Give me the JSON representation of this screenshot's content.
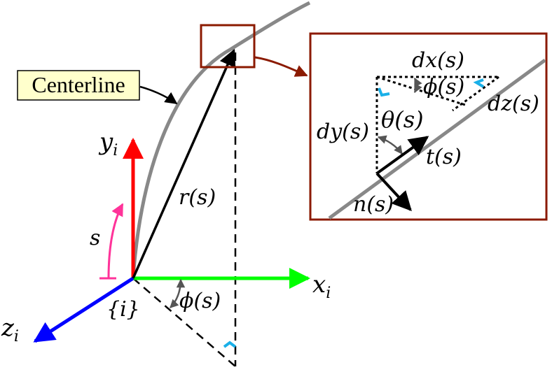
{
  "labels": {
    "centerline": "Centerline",
    "y_axis": "y",
    "y_axis_sub": "i",
    "x_axis": "x",
    "x_axis_sub": "i",
    "z_axis": "z",
    "z_axis_sub": "i",
    "frame": "{i}",
    "arc_length": "s",
    "position_vector": "r(s)",
    "azimuth_main": "ϕ(s)",
    "dx": "dx(s)",
    "dy": "dy(s)",
    "dz": "dz(s)",
    "theta": "θ(s)",
    "azimuth_inset": "ϕ(s)",
    "tangent": "t(s)",
    "normal": "n(s)"
  },
  "colors": {
    "y_axis": "#ff0000",
    "x_axis": "#00ff00",
    "z_axis": "#0000ff",
    "arc_length": "#ff3399",
    "centerline": "#888888",
    "inset_frame": "#8b1a00",
    "right_angle_marker": "#1ab0e8"
  }
}
